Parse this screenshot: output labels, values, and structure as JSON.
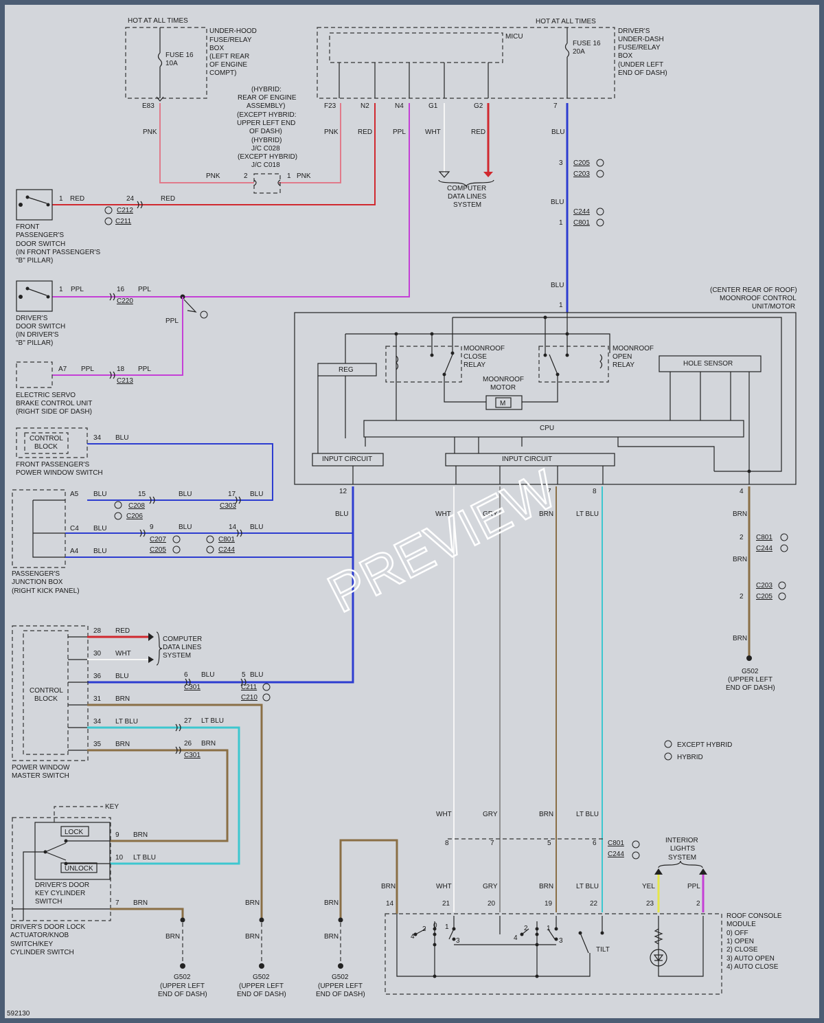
{
  "colors": {
    "RED": "#d0282e",
    "PNK": "#e07a8a",
    "PPL": "#c43fd6",
    "BLU": "#2c3cd0",
    "WHT": "#f6f6f6",
    "GRY": "#8e8e8e",
    "BRN": "#8a6f45",
    "LT BLU": "#3cc7cf",
    "YEL": "#e6e64a"
  },
  "texts": {
    "hot1": "HOT AT ALL TIMES",
    "hot2": "HOT AT ALL TIMES",
    "uh1": "UNDER-HOOD",
    "uh2": "FUSE/RELAY",
    "uh3": "BOX",
    "uh4": "(LEFT REAR",
    "uh5": "OF ENGINE",
    "uh6": "COMPT)",
    "f1a": "FUSE 16",
    "f1b": "10A",
    "f2a": "FUSE 16",
    "f2b": "20A",
    "micu": "MICU",
    "dd1": "DRIVER'S",
    "dd2": "UNDER-DASH",
    "dd3": "FUSE/RELAY",
    "dd4": "BOX",
    "dd5": "(UNDER LEFT",
    "dd6": "END OF DASH)",
    "e83": "E83",
    "f23": "F23",
    "n2": "N2",
    "n4": "N4",
    "g1": "G1",
    "g2": "G2",
    "k7": "7",
    "hy1": "(HYBRID:",
    "hy2": "REAR OF ENGINE",
    "hy3": "ASSEMBLY)",
    "hy4": "(EXCEPT HYBRID:",
    "hy5": "UPPER LEFT END",
    "hy6": "OF DASH)",
    "hy7": "(HYBRID)",
    "hy8": "J/C C028",
    "hy9": "(EXCEPT HYBRID)",
    "hy10": "J/C C018",
    "pnk1": "PNK",
    "pnk2": "PNK",
    "pnk3": "PNK",
    "pnk4": "PNK",
    "red1": "RED",
    "red2": "RED",
    "red3": "RED",
    "red4": "RED",
    "ppl1": "PPL",
    "wht1": "WHT",
    "blu1": "BLU",
    "blu2": "BLU",
    "blu3": "BLU",
    "n2a": "2",
    "n1a": "1",
    "cd1": "COMPUTER",
    "cd2": "DATA LINES",
    "cd3": "SYSTEM",
    "c205n": "3",
    "c205": "C205",
    "c203": "C203",
    "c244": "C244",
    "c801n": "1",
    "c801": "C801",
    "fp1": "FRONT",
    "fp2": "PASSENGER'S",
    "fp3": "DOOR SWITCH",
    "fp4": "(IN FRONT PASSENGER'S",
    "fp5": "\"B\" PILLAR)",
    "fpn1": "1",
    "fpn24": "24",
    "c212": "C212",
    "c211": "C211",
    "dr1": "DRIVER'S",
    "dr2": "DOOR SWITCH",
    "dr3": "(IN DRIVER'S",
    "dr4": "\"B\" PILLAR)",
    "drn1": "1",
    "drppl": "PPL",
    "drn16": "16",
    "drppl2": "PPL",
    "c220": "C220",
    "pplv": "PPL",
    "es1": "ELECTRIC SERVO",
    "es2": "BRAKE CONTROL UNIT",
    "es3": "(RIGHT SIDE OF DASH)",
    "a7": "A7",
    "a7ppl": "PPL",
    "n18": "18",
    "n18ppl": "PPL",
    "c213": "C213",
    "cr1": "(CENTER REAR OF ROOF)",
    "cr2": "MOONROOF CONTROL",
    "cr3": "UNIT/MOTOR",
    "bluin": "BLU",
    "pin1": "1",
    "mc1": "MOONROOF",
    "mc2": "CLOSE",
    "mc3": "RELAY",
    "mo1": "MOONROOF",
    "mo2": "OPEN",
    "mo3": "RELAY",
    "mm1": "MOONROOF",
    "mm2": "MOTOR",
    "mm3": "M",
    "reg": "REG",
    "hole": "HOLE SENSOR",
    "cpu": "CPU",
    "ic1": "INPUT CIRCUIT",
    "ic2": "INPUT CIRCUIT",
    "p12": "12",
    "p7": "7",
    "p8": "8",
    "p4": "4",
    "b12": "BLU",
    "wht2": "WHT",
    "gry1": "GRY",
    "brn1": "BRN",
    "ltb1": "LT BLU",
    "brn2": "BRN",
    "cb1": "CONTROL",
    "cb2": "BLOCK",
    "fpw1": "FRONT PASSENGER'S",
    "fpw2": "POWER WINDOW SWITCH",
    "n34": "34",
    "blu34": "BLU",
    "a5": "A5",
    "a5b": "BLU",
    "n15": "15",
    "n15b": "BLU",
    "n17": "17",
    "n17b": "BLU",
    "c208": "C208",
    "c206": "C206",
    "c303": "C303",
    "c4": "C4",
    "c4b": "BLU",
    "n9": "9",
    "n9b": "BLU",
    "n14": "14",
    "n14b": "BLU",
    "c207": "C207",
    "c205b": "C205",
    "c801b": "C801",
    "c244b": "C244",
    "a4": "A4",
    "a4b": "BLU",
    "pj1": "PASSENGER'S",
    "pj2": "JUNCTION BOX",
    "pj3": "(RIGHT KICK PANEL)",
    "r2": "2",
    "c801c": "C801",
    "c244c": "C244",
    "brn3": "BRN",
    "c203b": "C203",
    "c205c": "C205",
    "r2b": "2",
    "brn4": "BRN",
    "g502a": "G502",
    "g502a2": "(UPPER LEFT",
    "g502a3": "END OF DASH)",
    "m28": "28",
    "m28c": "RED",
    "m30": "30",
    "m30c": "WHT",
    "cd4": "COMPUTER",
    "cd5": "DATA LINES",
    "cd6": "SYSTEM",
    "m36": "36",
    "m36c": "BLU",
    "n6": "6",
    "n6c": "BLU",
    "n5": "5",
    "n5c": "BLU",
    "c301": "C301",
    "c211b": "C211",
    "c210": "C210",
    "mcb1": "CONTROL",
    "mcb2": "BLOCK",
    "m31": "31",
    "m31c": "BRN",
    "m34": "34",
    "m34c": "LT BLU",
    "n27": "27",
    "n27c": "LT BLU",
    "m35": "35",
    "m35c": "BRN",
    "n26": "26",
    "n26c": "BRN",
    "c301b": "C301",
    "pwm1": "POWER WINDOW",
    "pwm2": "MASTER SWITCH",
    "key": "KEY",
    "lock": "LOCK",
    "unlock": "UNLOCK",
    "kc1": "DRIVER'S DOOR",
    "kc2": "KEY CYLINDER",
    "kc3": "SWITCH",
    "k9": "9",
    "k9c": "BRN",
    "k10": "10",
    "k10c": "LT BLU",
    "k7c": "BRN",
    "da1": "DRIVER'S DOOR LOCK",
    "da2": "ACTUATOR/KNOB",
    "da3": "SWITCH/KEY",
    "da4": "CYLINDER SWITCH",
    "gb1": "BRN",
    "gb2": "BRN",
    "gb3": "BRN",
    "gb4": "BRN",
    "gb5": "BRN",
    "gb6": "BRN",
    "g1a": "G502",
    "g1b": "(UPPER LEFT",
    "g1c": "END OF DASH)",
    "g2a": "G502",
    "g2b": "(UPPER LEFT",
    "g2c": "END OF DASH)",
    "g3a": "G502",
    "g3b": "(UPPER LEFT",
    "g3c": "END OF DASH)",
    "exh": "EXCEPT HYBRID",
    "hyb": "HYBRID",
    "lw": "WHT",
    "lg": "GRY",
    "lb": "BRN",
    "ll": "LT BLU",
    "c8": "8",
    "c7": "7",
    "c5": "5",
    "c6": "6",
    "c801d": "C801",
    "c244d": "C244",
    "il1": "INTERIOR",
    "il2": "LIGHTS",
    "il3": "SYSTEM",
    "rb": "BRN",
    "rw": "WHT",
    "rg": "GRY",
    "rbr": "BRN",
    "rl": "LT BLU",
    "ry": "YEL",
    "rp": "PPL",
    "r14": "14",
    "r21": "21",
    "r20": "20",
    "r19": "19",
    "r22": "22",
    "r23": "23",
    "r2c": "2",
    "rc1": "ROOF CONSOLE",
    "rc2": "MODULE",
    "rc3": "0) OFF",
    "rc4": "1) OPEN",
    "rc5": "2) CLOSE",
    "rc6": "3) AUTO OPEN",
    "rc7": "4) AUTO CLOSE",
    "tilt": "TILT",
    "s4": "4",
    "s2": "2",
    "s0": "0",
    "s1": "1",
    "s3": "3",
    "s4b": "4",
    "s2b": "2",
    "s1b": "1",
    "s3b": "3",
    "code": "592130",
    "watermark": "PREVIEW"
  }
}
